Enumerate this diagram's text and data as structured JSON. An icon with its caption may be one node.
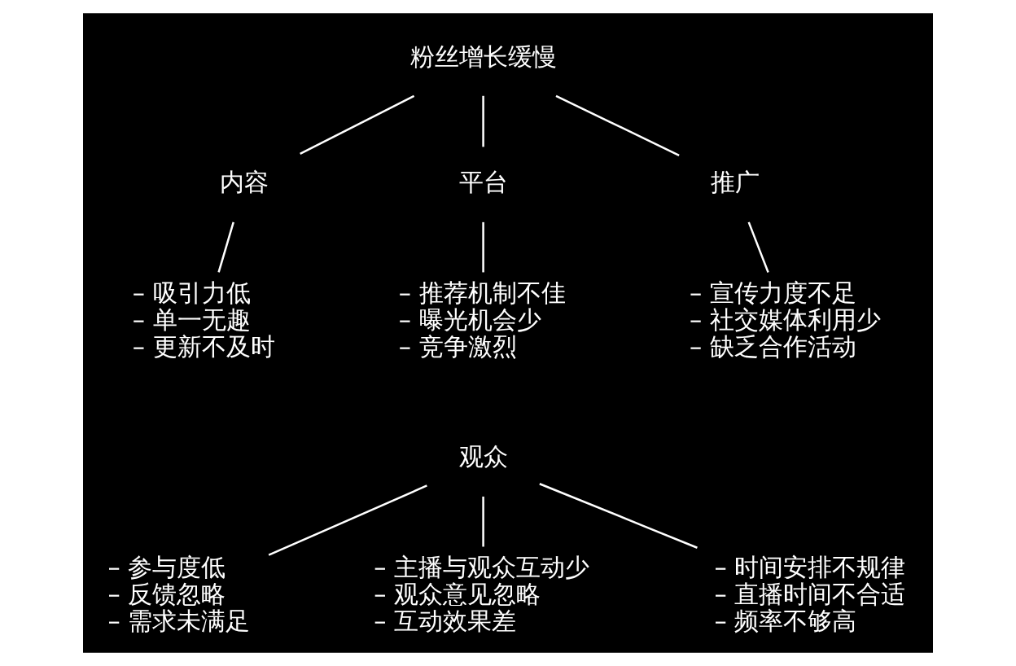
{
  "diagram": {
    "nodes": [
      {
        "text": [
          "粉丝增长缓慢"
        ]
      },
      {
        "text": [
          "内容"
        ]
      },
      {
        "text": [
          "平台"
        ]
      },
      {
        "text": [
          "推广"
        ]
      },
      {
        "text": [
          "– 吸引力低",
          "– 单一无趣",
          "– 更新不及时"
        ]
      },
      {
        "text": [
          "– 推荐机制不佳",
          "– 曝光机会少",
          "– 竞争激烈"
        ]
      },
      {
        "text": [
          "– 宣传力度不足",
          "– 社交媒体利用少",
          "– 缺乏合作活动"
        ]
      },
      {
        "text": [
          "观众"
        ]
      },
      {
        "text": [
          "– 参与度低",
          "– 反馈忽略",
          "– 需求未满足"
        ]
      },
      {
        "text": [
          "– 主播与观众互动少",
          "– 观众意见忽略",
          "– 互动效果差"
        ]
      },
      {
        "text": [
          "– 时间安排不规律",
          "– 直播时间不合适",
          "– 频率不够高"
        ]
      }
    ],
    "edges": [
      {
        "from": 0,
        "to": 1,
        "arrow": "none"
      },
      {
        "from": 0,
        "to": 2,
        "arrow": "none"
      },
      {
        "from": 0,
        "to": 3,
        "arrow": "none"
      },
      {
        "from": 1,
        "to": 4,
        "arrow": "none"
      },
      {
        "from": 2,
        "to": 5,
        "arrow": "none"
      },
      {
        "from": 3,
        "to": 6,
        "arrow": "none"
      },
      {
        "from": 7,
        "to": 8,
        "arrow": "none"
      },
      {
        "from": 7,
        "to": 9,
        "arrow": "none"
      },
      {
        "from": 7,
        "to": 10,
        "arrow": "none"
      }
    ]
  }
}
